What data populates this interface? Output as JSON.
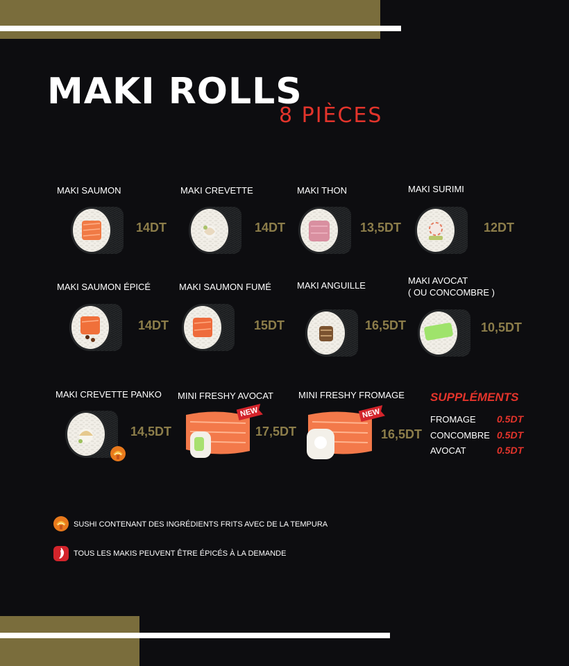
{
  "title": "MAKI ROLLS",
  "subtitle": "8 PIÈCES",
  "items": [
    {
      "name": "MAKI SAUMON",
      "price": "14DT"
    },
    {
      "name": "MAKI CREVETTE",
      "price": "14DT"
    },
    {
      "name": "MAKI THON",
      "price": "13,5DT"
    },
    {
      "name": "MAKI SURIMI",
      "price": "12DT"
    },
    {
      "name": "MAKI SAUMON ÉPICÉ",
      "price": "14DT"
    },
    {
      "name": "MAKI SAUMON FUMÉ",
      "price": "15DT"
    },
    {
      "name": "MAKI ANGUILLE",
      "price": "16,5DT"
    },
    {
      "name_line1": "MAKI AVOCAT",
      "name_line2": "( OU CONCOMBRE )",
      "price": "10,5DT"
    },
    {
      "name": "MAKI CREVETTE PANKO",
      "price": "14,5DT"
    },
    {
      "name": "MINI FRESHY AVOCAT",
      "price": "17,5DT",
      "badge": "NEW"
    },
    {
      "name": "MINI FRESHY FROMAGE",
      "price": "16,5DT",
      "badge": "NEW"
    }
  ],
  "supplements": {
    "title": "SUPPLÉMENTS",
    "rows": [
      {
        "name": "FROMAGE",
        "price": "0.5DT"
      },
      {
        "name": "CONCOMBRE",
        "price": "0.5DT"
      },
      {
        "name": "AVOCAT",
        "price": "0.5DT"
      }
    ]
  },
  "legend": [
    {
      "icon": "tempura-shrimp-icon",
      "text": "SUSHI CONTENANT DES INGRÉDIENTS FRITS AVEC DE LA  TEMPURA"
    },
    {
      "icon": "chili-pepper-icon",
      "text": "TOUS LES MAKIS PEUVENT ÊTRE ÉPICÉS À LA DEMANDE"
    }
  ],
  "colors": {
    "background": "#0d0d10",
    "gold": "#7a6d3c",
    "price": "#8c7d4a",
    "accent_red": "#e3342b"
  }
}
